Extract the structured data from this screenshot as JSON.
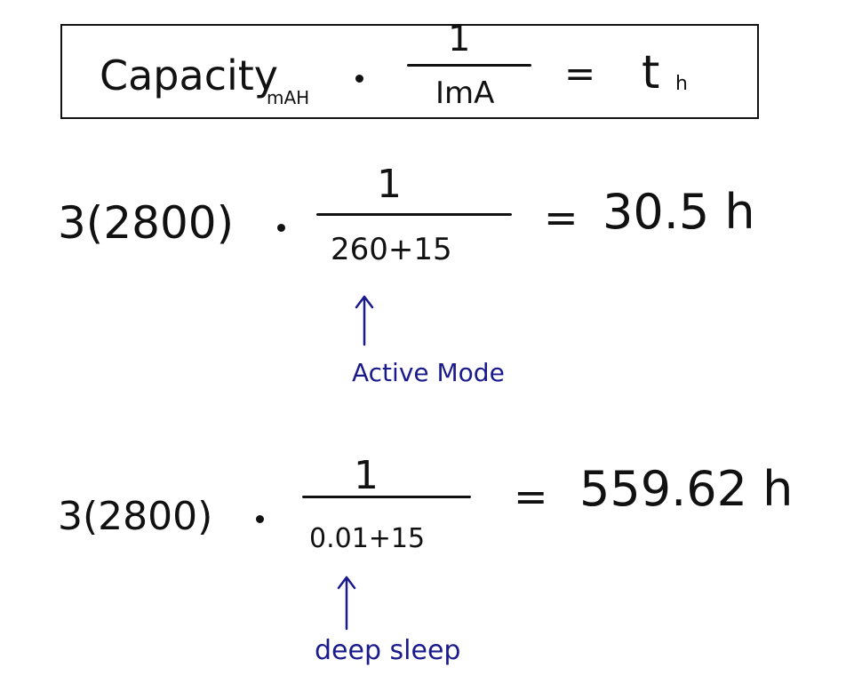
{
  "formula": {
    "capacity_label": "Capacity",
    "capacity_subscript": "mAH",
    "numerator": "1",
    "denominator": "ImA",
    "equals": "=",
    "result_symbol": "t",
    "result_subscript": "h"
  },
  "active_equation": {
    "coefficient": "3(2800)",
    "numerator": "1",
    "denominator": "260+15",
    "equals": "=",
    "result": "30.5 h",
    "annotation": "Active Mode"
  },
  "sleep_equation": {
    "coefficient": "3(2800)",
    "numerator": "1",
    "denominator": "0.01+15",
    "equals": "=",
    "result": "559.62 h",
    "annotation": "deep sleep"
  },
  "colors": {
    "ink": "#111111",
    "annotation_ink": "#1a1a8c"
  }
}
